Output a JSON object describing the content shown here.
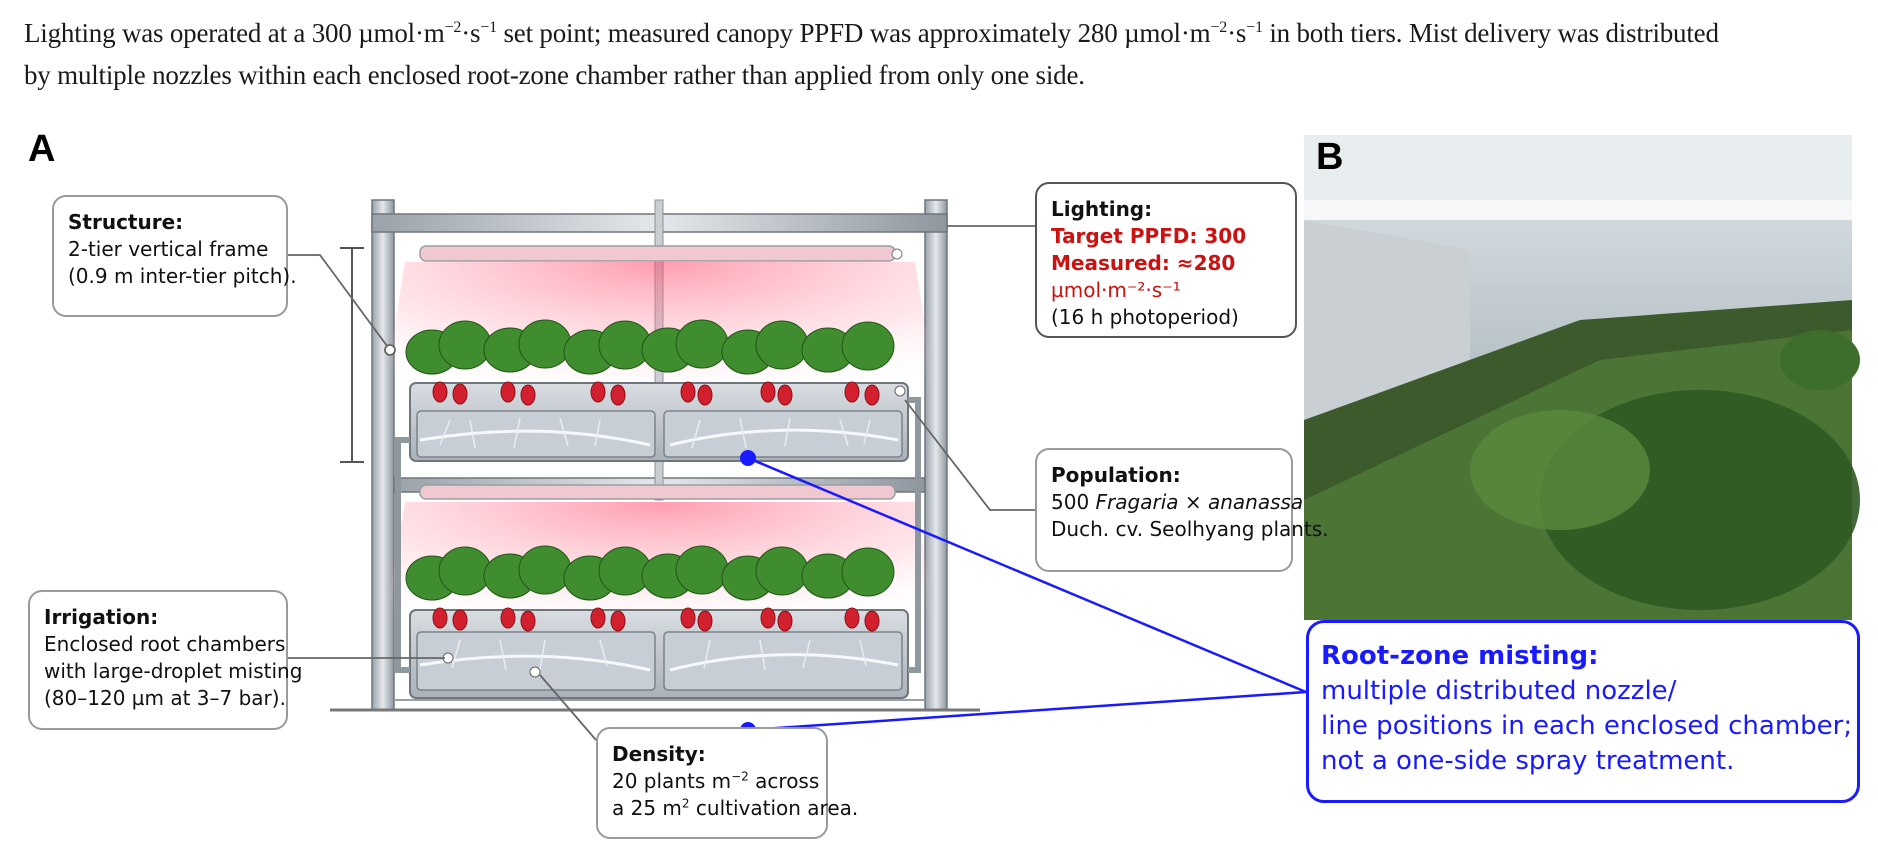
{
  "caption": {
    "line1": {
      "t1": "Lighting was operated at a 300 µmol·m",
      "e1": "−2",
      "t2": "·s",
      "e2": "−1",
      "t3": " set point; measured canopy PPFD was approximately 280 µmol·m",
      "e3": "−2",
      "t4": "·s",
      "e4": "−1",
      "t5": " in both tiers. Mist delivery was distributed"
    },
    "line2": "by multiple nozzles within each enclosed root-zone chamber rather than applied from only one side."
  },
  "panels": {
    "a": "A",
    "b": "B"
  },
  "callouts": {
    "structure": {
      "title": "Structure:",
      "line1": "2-tier vertical frame",
      "line2": "(0.9 m inter-tier pitch)."
    },
    "lighting": {
      "title": "Lighting:",
      "target": "Target PPFD: 300",
      "measured": "Measured: ≈280",
      "unit": "µmol·m⁻²·s⁻¹",
      "photoperiod": "(16 h photoperiod)"
    },
    "population": {
      "title": "Population:",
      "count": "500 ",
      "species": "Fragaria × ananassa",
      "line2": "Duch. cv. Seolhyang plants."
    },
    "irrigation": {
      "title": "Irrigation:",
      "line1": "Enclosed root chambers",
      "line2": "with large-droplet misting",
      "line3": "(80–120 µm at 3–7 bar)."
    },
    "density": {
      "title": "Density:",
      "l1a": "20 plants m",
      "l1sup": "−2",
      "l1b": " across",
      "l2a": "a 25 m",
      "l2sup": "2",
      "l2b": " cultivation area."
    },
    "root_zone": {
      "title": "Root-zone misting:",
      "line1": "multiple distributed nozzle/",
      "line2": "line positions in each enclosed chamber;",
      "line3": "not a one-side spray treatment."
    }
  },
  "colors": {
    "accent_blue": "#1a1aff",
    "highlight_red": "#cc1111"
  }
}
